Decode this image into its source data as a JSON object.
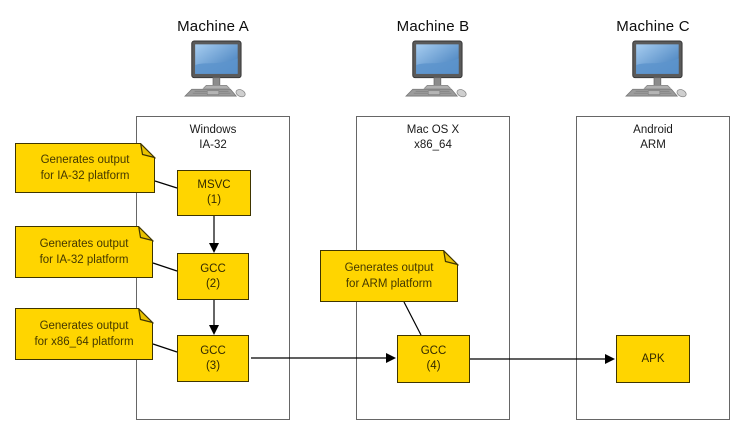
{
  "diagram": {
    "machines": [
      {
        "title": "Machine A",
        "os": "Windows",
        "arch": "IA-32"
      },
      {
        "title": "Machine B",
        "os": "Mac OS X",
        "arch": "x86_64"
      },
      {
        "title": "Machine C",
        "os": "Android",
        "arch": "ARM"
      }
    ],
    "nodes": [
      {
        "label": "MSVC",
        "step": "(1)"
      },
      {
        "label": "GCC",
        "step": "(2)"
      },
      {
        "label": "GCC",
        "step": "(3)"
      },
      {
        "label": "GCC",
        "step": "(4)"
      },
      {
        "label": "APK",
        "step": ""
      }
    ],
    "notes": [
      {
        "text_line1": "Generates output",
        "text_line2": "for IA-32 platform"
      },
      {
        "text_line1": "Generates output",
        "text_line2": "for IA-32 platform"
      },
      {
        "text_line1": "Generates output",
        "text_line2": "for x86_64 platform"
      },
      {
        "text_line1": "Generates output",
        "text_line2": "for ARM platform"
      }
    ],
    "colors": {
      "note_fill": "#FFD500",
      "note_border": "#3F3500",
      "container_border": "#666666",
      "connector": "#000000"
    }
  }
}
